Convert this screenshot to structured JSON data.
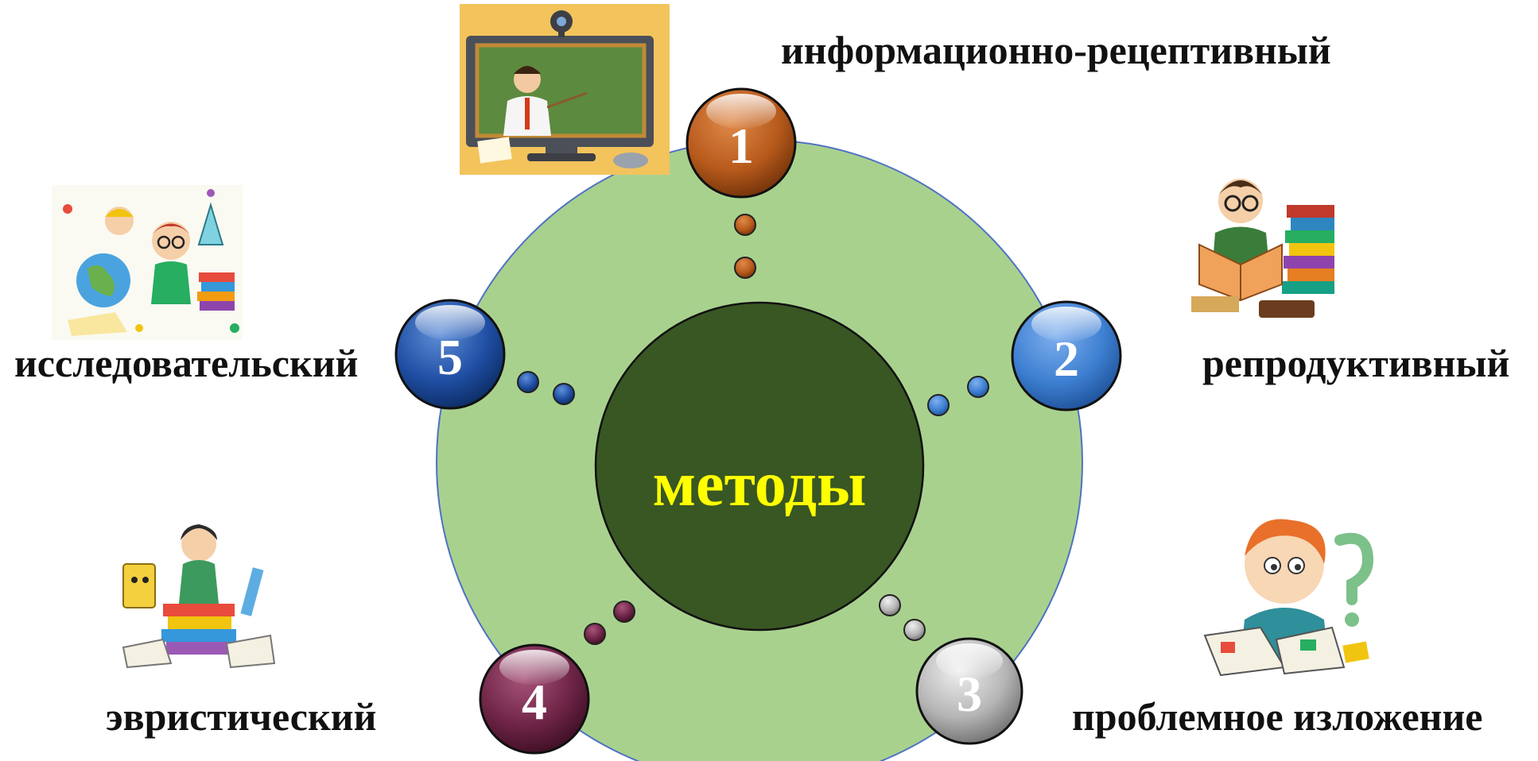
{
  "center": {
    "label": "методы"
  },
  "methods": [
    {
      "number": "1",
      "label": "информационно-рецептивный",
      "color": "#b75a1c",
      "icon": "teacher-monitor-picture"
    },
    {
      "number": "2",
      "label": "репродуктивный",
      "color": "#3d7fd1",
      "icon": "boy-reading-books-picture"
    },
    {
      "number": "3",
      "label": "проблемное изложение",
      "color": "#b5b5b5",
      "icon": "thinking-boy-question-picture"
    },
    {
      "number": "4",
      "label": "эвристический",
      "color": "#6e2446",
      "icon": "girl-with-books-picture"
    },
    {
      "number": "5",
      "label": "исследовательский",
      "color": "#1f4ea3",
      "icon": "kids-science-collage-picture"
    }
  ],
  "colors": {
    "outer_ring": "#a9d18e",
    "inner_circle": "#385723",
    "center_text": "#ffff00"
  }
}
